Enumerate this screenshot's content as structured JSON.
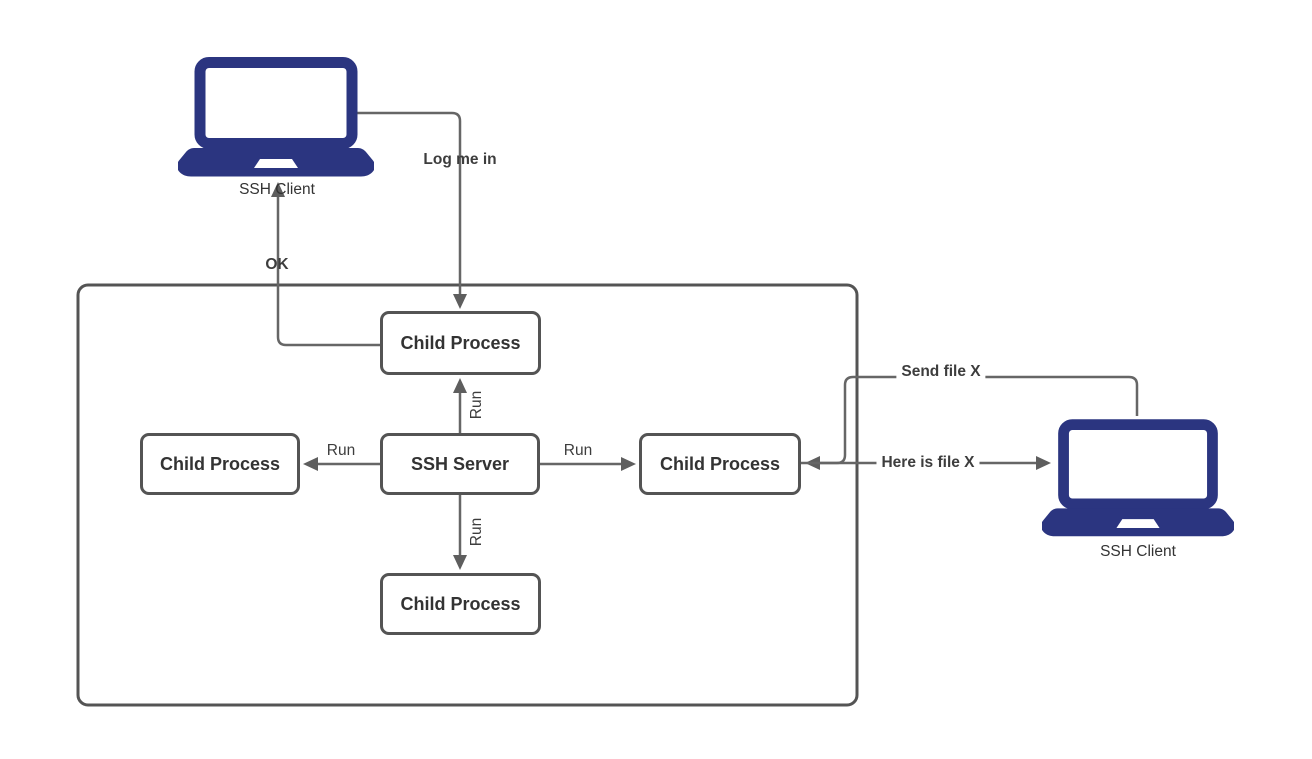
{
  "nodes": {
    "ssh_server": {
      "label": "SSH Server"
    },
    "child_process": {
      "label": "Child Process"
    },
    "ssh_client": {
      "label": "SSH Client"
    }
  },
  "edges": {
    "log_me_in": {
      "label": "Log me in"
    },
    "ok": {
      "label": "OK"
    },
    "run": {
      "label": "Run"
    },
    "send_file": {
      "label": "Send file X"
    },
    "here_is_file": {
      "label": "Here is file X"
    }
  },
  "colors": {
    "laptop_fill": "#2b3580",
    "connector": "#666666",
    "arrowhead": "#5e5e5e",
    "shape_border": "#545454",
    "node_text": "#333333",
    "edge_label_text": "#3d3d3d"
  }
}
